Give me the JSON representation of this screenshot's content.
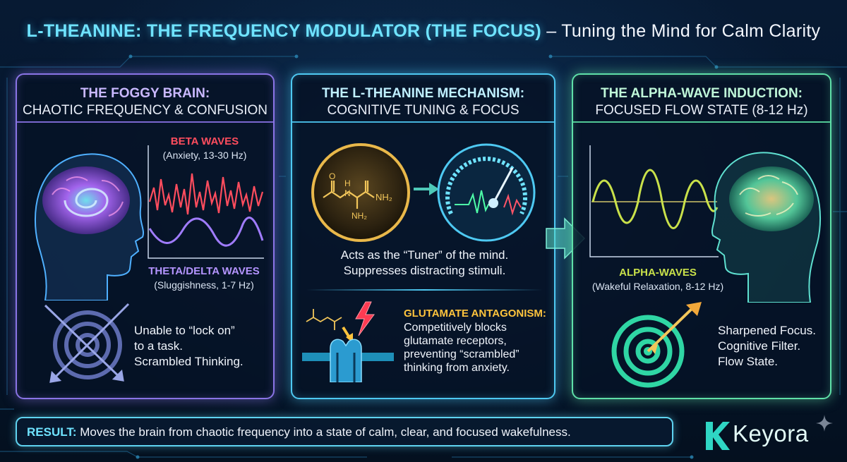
{
  "title": {
    "highlight": "L-THEANINE: THE FREQUENCY MODULATOR (THE FOCUS)",
    "rest": " – Tuning the Mind for Calm Clarity"
  },
  "panels": [
    {
      "heading_line1": "THE FOGGY BRAIN:",
      "heading_line2": "CHAOTIC FREQUENCY & CONFUSION",
      "wave_top_label": "BETA WAVES",
      "wave_top_sub": "(Anxiety, 13-30 Hz)",
      "wave_bottom_label": "THETA/DELTA WAVES",
      "wave_bottom_sub": "(Sluggishness, 1-7 Hz)",
      "body_lines": [
        "Unable to “lock on”",
        "to a task.",
        "Scrambled Thinking."
      ]
    },
    {
      "heading_line1": "THE L-THEANINE MECHANISM:",
      "heading_line2": "COGNITIVE TUNING & FOCUS",
      "molecule_labels": {
        "h": "H",
        "n": "N",
        "o": "O",
        "nh2_right": "NH₂",
        "nh2_bottom": "NH₂"
      },
      "body_lines": [
        "Acts as the “Tuner” of the mind.",
        "Suppresses distracting stimuli."
      ],
      "glutamate_label": "GLUTAMATE ANTAGONISM:",
      "glutamate_lines": [
        "Competitively blocks",
        "glutamate receptors,",
        "preventing “scrambled”",
        "thinking from anxiety."
      ]
    },
    {
      "heading_line1": "THE ALPHA-WAVE INDUCTION:",
      "heading_line2": "FOCUSED FLOW STATE (8-12 Hz)",
      "wave_label": "ALPHA-WAVES",
      "wave_sub": "(Wakeful Relaxation, 8-12 Hz)",
      "body_lines": [
        "Sharpened Focus.",
        "Cognitive Filter.",
        "Flow State."
      ]
    }
  ],
  "result": {
    "label": "RESULT:",
    "text": " Moves the brain from chaotic frequency into a state of calm, clear, and focused wakefulness."
  },
  "brand": {
    "name": "Keyora"
  },
  "colors": {
    "title_accent": "#6fe3ff",
    "panel1_border": "#8a74e6",
    "panel2_border": "#4ec9f2",
    "panel3_border": "#5fe0a8",
    "beta_wave": "#ff4d5e",
    "theta_wave": "#a07cff",
    "alpha_wave": "#c9e14a",
    "glutamate_label": "#ffc43d",
    "brand": "#2fd6c4"
  },
  "icons": [
    "brain-icon",
    "head-silhouette-icon",
    "target-icon",
    "arrow-icon",
    "molecule-icon",
    "gauge-icon",
    "lightning-icon",
    "receptor-icon",
    "flow-arrow-icon",
    "keyora-logo-icon",
    "sparkle-icon"
  ]
}
